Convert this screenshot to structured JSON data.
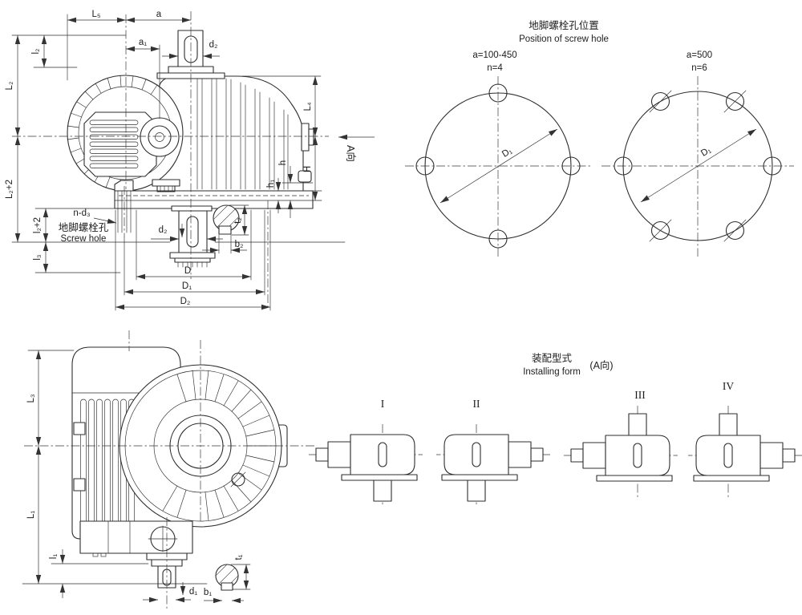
{
  "side_view": {
    "labels": {
      "L5": "L₅",
      "a": "a",
      "a1": "a₁",
      "d2_top": "d₂",
      "l2": "l₂",
      "L2": "L₂",
      "L2_plus_2": "L₂+2",
      "l2_plus_2": "l₂+2",
      "l3": "l₃",
      "L4": "L₄",
      "H": "H",
      "h": "h",
      "h1": "h₁",
      "A_view": "A向",
      "n_d3": "n-d₃",
      "screw_hole_cn": "地脚螺栓孔",
      "screw_hole_en": "Screw hole",
      "d2_bottom": "d₂",
      "t2": "t₂",
      "b2": "b₂",
      "D": "D",
      "D1": "D₁",
      "D2": "D₂"
    }
  },
  "screw_hole_positions": {
    "title_cn": "地脚螺栓孔位置",
    "title_en": "Position of screw hole",
    "left": {
      "a_label": "a=100-450",
      "n_label": "n=4",
      "d1_label": "D₁"
    },
    "right": {
      "a_label": "a=500",
      "n_label": "n=6",
      "d1_label": "D₁"
    }
  },
  "front_view": {
    "labels": {
      "L3": "L₃",
      "L1": "L₁",
      "l1": "l₁",
      "d1": "d₁",
      "b1": "b₁",
      "t1": "t₁"
    }
  },
  "installing_forms": {
    "title_cn": "装配型式",
    "title_en": "Installing form",
    "a_view": "(A向)",
    "forms": [
      {
        "label": "I"
      },
      {
        "label": "II"
      },
      {
        "label": "III"
      },
      {
        "label": "IV"
      }
    ]
  },
  "colors": {
    "line": "#2e2e2e",
    "background": "#ffffff"
  }
}
